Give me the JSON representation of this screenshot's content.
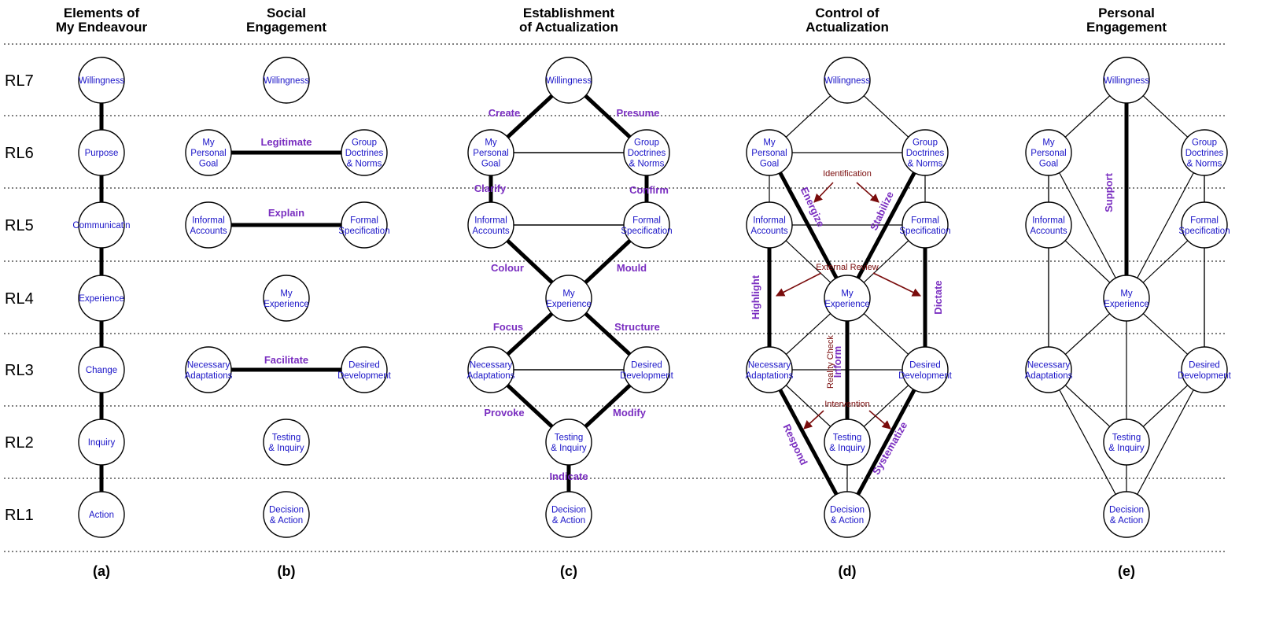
{
  "columns": [
    {
      "key": "a",
      "title": [
        "Elements of",
        "My Endeavour"
      ],
      "label": "(a)"
    },
    {
      "key": "b",
      "title": [
        "Social",
        "Engagement"
      ],
      "label": "(b)"
    },
    {
      "key": "c",
      "title": [
        "Establishment",
        "of Actualization"
      ],
      "label": "(c)"
    },
    {
      "key": "d",
      "title": [
        "Control of",
        "Actualization"
      ],
      "label": "(d)"
    },
    {
      "key": "e",
      "title": [
        "Personal",
        "Engagement"
      ],
      "label": "(e)"
    }
  ],
  "levels": [
    "RL7",
    "RL6",
    "RL5",
    "RL4",
    "RL3",
    "RL2",
    "RL1"
  ],
  "node_text": {
    "W": [
      "Willingness"
    ],
    "G": [
      "My",
      "Personal",
      "Goal"
    ],
    "D": [
      "Group",
      "Doctrines",
      "& Norms"
    ],
    "I": [
      "Informal",
      "Accounts"
    ],
    "F": [
      "Formal",
      "Specification"
    ],
    "E": [
      "My",
      "Experience"
    ],
    "N": [
      "Necessary",
      "Adaptations"
    ],
    "V": [
      "Desired",
      "Development"
    ],
    "T": [
      "Testing",
      "& Inquiry"
    ],
    "A": [
      "Decision",
      "& Action"
    ]
  },
  "elements": [
    "Willingness",
    "Purpose",
    "Communicat'n",
    "Experience",
    "Change",
    "Inquiry",
    "Action"
  ],
  "labels_b": [
    "Legitimate",
    "Explain",
    "Facilitate"
  ],
  "labels_c": [
    "Create",
    "Presume",
    "Clarify",
    "Confirm",
    "Colour",
    "Mould",
    "Focus",
    "Structure",
    "Provoke",
    "Modify",
    "Indicate"
  ],
  "labels_d": [
    "Energize",
    "Stabilize",
    "Highlight",
    "Dictate",
    "Inform",
    "Respond",
    "Systematize"
  ],
  "annotations_d": [
    "Identification",
    "External Review",
    "Reality Check",
    "Intervention"
  ],
  "labels_e": [
    "Support"
  ]
}
